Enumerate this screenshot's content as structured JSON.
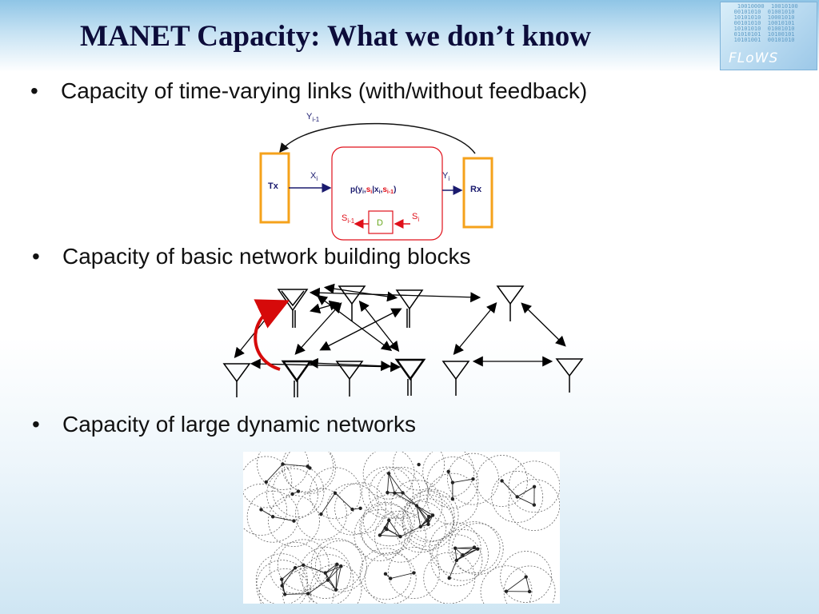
{
  "slide": {
    "title": "MANET Capacity: What we don’t know",
    "logo_text": "FLoWS",
    "bullets": [
      "Capacity of time-varying links (with/without feedback)",
      "Capacity of basic network building blocks",
      "Capacity of large dynamic networks"
    ]
  },
  "channel_diagram": {
    "tx_label": "Tx",
    "rx_label": "Rx",
    "feedback_label": "Yi-1",
    "input_label": "Xi",
    "output_label": "Yi",
    "channel_label": "p(yi,si|xi,si-1)",
    "state_prev_label": "Si-1",
    "state_label": "Si",
    "delay_label": "D",
    "colors": {
      "box_border": "#f5a21b",
      "arrow": "#1a1a6e",
      "state": "#e0101a",
      "delay_text": "#6aa81e"
    }
  },
  "icons": [
    "binary-logo-icon",
    "antenna-icon",
    "arrow-icon"
  ]
}
